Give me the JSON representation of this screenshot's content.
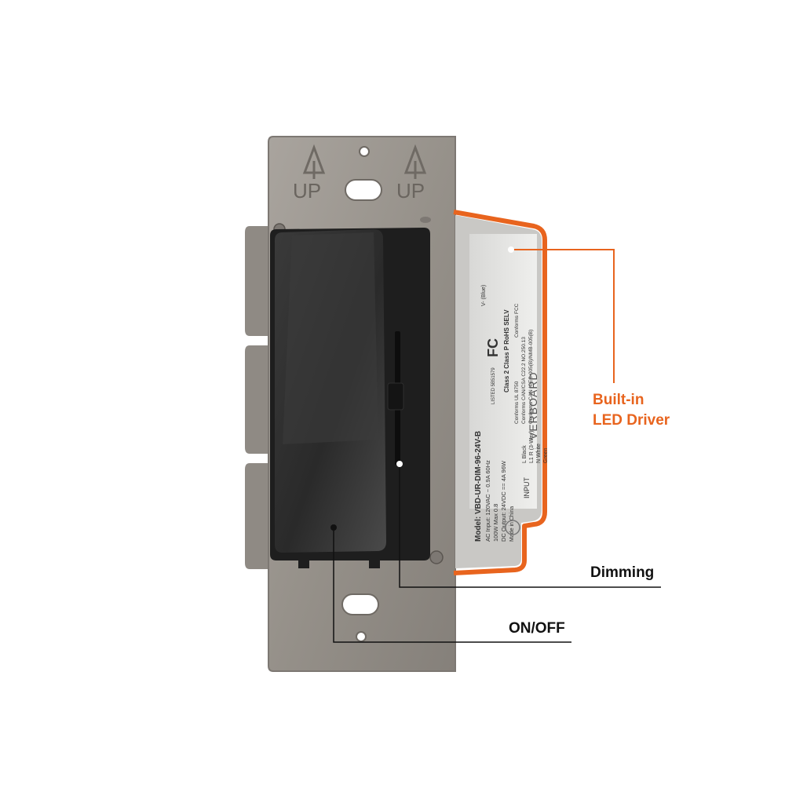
{
  "plate": {
    "up_left": "UP",
    "up_right": "UP"
  },
  "driver_label": {
    "model": "Model: VBD-UR-DIM-96-24V-B",
    "ac_input": "AC Input: 120VAC ~ 0.9A 60Hz",
    "ac_input2": "100W Max 0.8",
    "dc_output": "DC Output: 24VDC == 4A 96W",
    "made_in": "Made in China",
    "brand": "VERBOARD",
    "rohs": "Class 2  Class P  RoHS  SELV",
    "conformity": [
      "Conforms UL 8750",
      "Conforms CAN/CSA C22.2 NO.250.13",
      "Conforms CAN ICES-005(B)/NMB-005(B)"
    ],
    "fcc": "FC",
    "fcc_conform": "Conforms FCC",
    "ul": "LISTED 5B51579",
    "input_title": "INPUT",
    "wires": [
      "L  Black",
      "L1 R (3-Way)",
      "N  White",
      "Green"
    ],
    "output_wire": "V- (Blue)"
  },
  "callouts": {
    "driver_line1": "Built-in",
    "driver_line2": "LED Driver",
    "dimming": "Dimming",
    "on_off": "ON/OFF"
  },
  "colors": {
    "accent": "#e8641e",
    "plate": "#9a958f",
    "switch": "#262626",
    "text": "#111111"
  }
}
